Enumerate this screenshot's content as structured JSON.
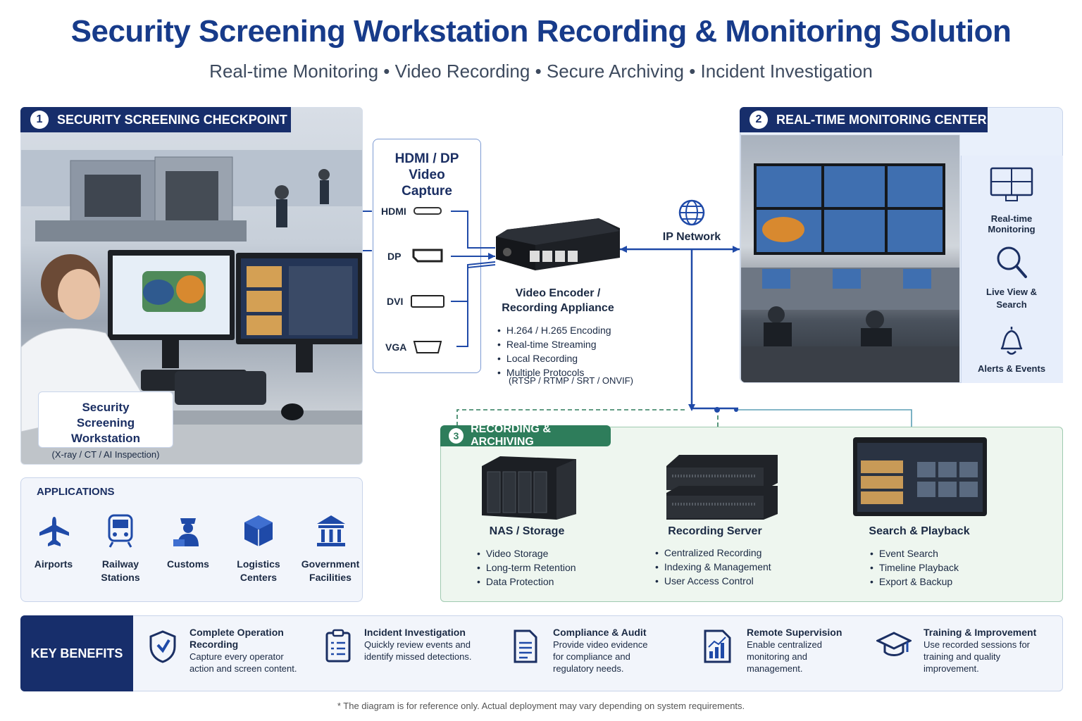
{
  "header": {
    "title": "Security Screening Workstation Recording & Monitoring Solution",
    "subtitle": "Real-time Monitoring • Video Recording • Secure Archiving • Incident Investigation"
  },
  "checkpoint": {
    "num": "1",
    "label": "SECURITY SCREENING CHECKPOINT",
    "workstation_title": "Security Screening Workstation",
    "workstation_sub": "(X-ray / CT / AI Inspection)"
  },
  "capture": {
    "title": "HDMI / DP Video Capture",
    "ports": [
      {
        "name": "HDMI"
      },
      {
        "name": "DP"
      },
      {
        "name": "DVI"
      },
      {
        "name": "VGA"
      }
    ]
  },
  "encoder": {
    "title": "Video Encoder / Recording Appliance",
    "features": [
      "H.264 / H.265 Encoding",
      "Real-time Streaming",
      "Local Recording",
      "Multiple Protocols"
    ],
    "protocols": "(RTSP / RTMP / SRT / ONVIF)"
  },
  "network": {
    "label": "IP Network"
  },
  "monitoring": {
    "num": "2",
    "label": "REAL-TIME MONITORING CENTER",
    "items": [
      {
        "label": "Real-time Monitoring",
        "icon": "monitor-grid-icon"
      },
      {
        "label": "Live View & Search",
        "icon": "search-icon"
      },
      {
        "label": "Alerts & Events",
        "icon": "bell-icon"
      }
    ]
  },
  "recording": {
    "num": "3",
    "label": "RECORDING & ARCHIVING",
    "nodes": [
      {
        "title": "NAS / Storage",
        "bullets": [
          "Video Storage",
          "Long-term Retention",
          "Data Protection"
        ]
      },
      {
        "title": "Recording Server",
        "bullets": [
          "Centralized Recording",
          "Indexing & Management",
          "User Access Control"
        ]
      },
      {
        "title": "Search & Playback",
        "bullets": [
          "Event Search",
          "Timeline Playback",
          "Export & Backup"
        ]
      }
    ]
  },
  "applications": {
    "title": "APPLICATIONS",
    "items": [
      {
        "label": "Airports",
        "icon": "airplane-icon"
      },
      {
        "label": "Railway Stations",
        "icon": "train-icon"
      },
      {
        "label": "Customs",
        "icon": "customs-officer-icon"
      },
      {
        "label": "Logistics Centers",
        "icon": "box-icon"
      },
      {
        "label": "Government Facilities",
        "icon": "government-building-icon"
      }
    ]
  },
  "benefits": {
    "title": "KEY BENEFITS",
    "items": [
      {
        "title": "Complete Operation Recording",
        "desc": "Capture every operator action and screen content.",
        "icon": "shield-icon"
      },
      {
        "title": "Incident Investigation",
        "desc": "Quickly review events and identify missed detections.",
        "icon": "clipboard-icon"
      },
      {
        "title": "Compliance & Audit",
        "desc": "Provide video evidence for compliance and regulatory needs.",
        "icon": "document-icon"
      },
      {
        "title": "Remote Supervision",
        "desc": "Enable centralized monitoring and management.",
        "icon": "chart-icon"
      },
      {
        "title": "Training & Improvement",
        "desc": "Use recorded sessions for training and quality improvement.",
        "icon": "graduation-cap-icon"
      }
    ]
  },
  "footer": {
    "note": "* The diagram is for reference only. Actual deployment may vary depending on system requirements."
  },
  "colors": {
    "navy": "#172e6b",
    "accent": "#1f4aa8",
    "green": "#2e7d5b"
  }
}
